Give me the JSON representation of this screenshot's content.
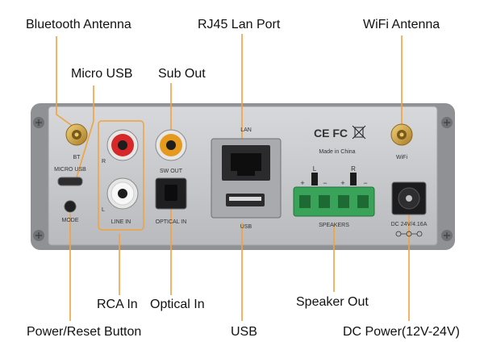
{
  "callouts": {
    "bluetooth_antenna": "Bluetooth Antenna",
    "rj45_lan_port": "RJ45 Lan Port",
    "wifi_antenna": "WiFi Antenna",
    "micro_usb": "Micro USB",
    "sub_out": "Sub Out",
    "rca_in": "RCA In",
    "optical_in": "Optical In",
    "speaker_out": "Speaker Out",
    "power_reset_button": "Power/Reset Button",
    "usb": "USB",
    "dc_power": "DC Power(12V-24V)"
  },
  "panel": {
    "bt": "BT",
    "micro_usb": "MICRO USB",
    "mode": "MODE",
    "rca_r": "R",
    "rca_l": "L",
    "line_in": "LINE IN",
    "sw_out": "SW OUT",
    "optical_in": "OPTICAL IN",
    "lan": "LAN",
    "usb": "USB",
    "certs": "CE FC",
    "made_in": "Made in China",
    "wifi": "WiFi",
    "spk_l": "L",
    "spk_r": "R",
    "plus1": "+",
    "minus1": "−",
    "plus2": "+",
    "minus2": "−",
    "speakers": "SPEAKERS",
    "dc_rating": "DC 24V/4.16A"
  },
  "colors": {
    "callout_line": "#f2a23c",
    "panel": "#c7c8cb",
    "panel_edge": "#8f9194",
    "gold": "#caa24a",
    "rca_red": "#d62828",
    "rca_white": "#f2f2f2",
    "terminal_green": "#3aa35a"
  }
}
